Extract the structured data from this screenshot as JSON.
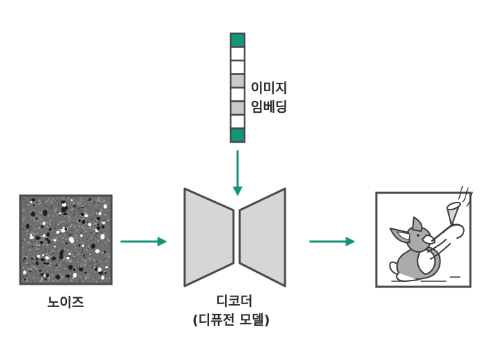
{
  "embedding": {
    "label_line1": "이미지",
    "label_line2": "임베딩",
    "cells": [
      "teal",
      "white",
      "white",
      "gray",
      "white",
      "gray",
      "white",
      "teal"
    ]
  },
  "noise": {
    "label": "노이즈"
  },
  "decoder": {
    "label_line1": "디코더",
    "label_line2": "(디퓨전 모델)"
  },
  "output": {
    "icon": "corgi-playing-trumpet"
  },
  "colors": {
    "accent": "#12957A",
    "stroke": "#4a4a4a",
    "decoder_fill": "#d5d6d8",
    "embedding_gray": "#c9cacc",
    "noise_fill": "#6e6e6e"
  }
}
